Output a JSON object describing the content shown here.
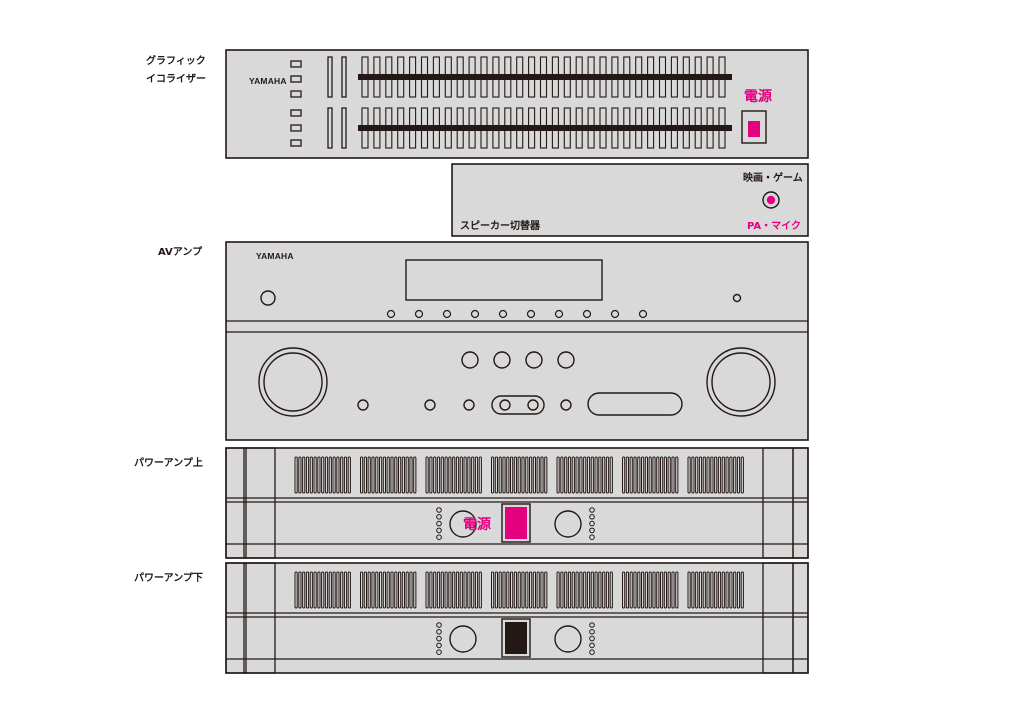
{
  "labels": {
    "equalizer_line1": "グラフィック",
    "equalizer_line2": "イコライザー",
    "av_amp": "AVアンプ",
    "power_amp_upper": "パワーアンプ上",
    "power_amp_lower": "パワーアンプ下"
  },
  "equalizer": {
    "brand": "YAMAHA",
    "power_label": "電源"
  },
  "speaker_switch": {
    "title": "スピーカー切替器",
    "position_top": "映画・ゲーム",
    "position_bottom": "PA・マイク"
  },
  "av_amp": {
    "brand": "YAMAHA"
  },
  "power_amp_upper": {
    "power_label": "電源"
  },
  "colors": {
    "highlight": "#e4007f",
    "panel_fill": "#d9d9d9",
    "outline": "#231815",
    "dark_switch": "#231815"
  }
}
